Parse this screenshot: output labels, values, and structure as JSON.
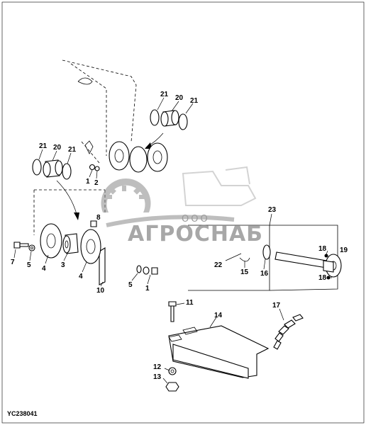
{
  "diagram": {
    "figure_code": "YC238041",
    "callouts": [
      "21",
      "20",
      "21",
      "21",
      "20",
      "21",
      "1",
      "2",
      "8",
      "7",
      "5",
      "4",
      "3",
      "4",
      "10",
      "5",
      "1",
      "22",
      "15",
      "16",
      "18",
      "19",
      "18",
      "23",
      "11",
      "14",
      "17",
      "12",
      "13"
    ]
  },
  "watermark": {
    "brand_small": "ООО",
    "brand_name": "АГРОСНАБ"
  },
  "colors": {
    "ink": "#000000",
    "watermark_gray": "#8a8a8a"
  }
}
